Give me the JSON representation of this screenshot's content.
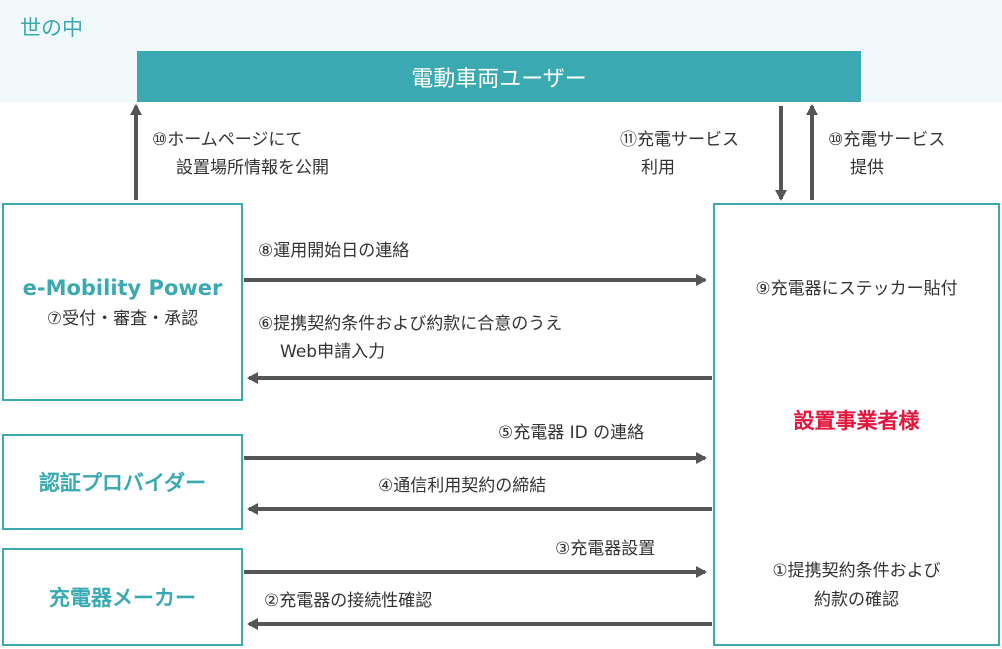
{
  "world": {
    "label": "世の中"
  },
  "users": {
    "label": "電動車両ユーザー"
  },
  "emp": {
    "title": "e-Mobility Power",
    "subtitle": "⑦受付・審査・承認"
  },
  "auth": {
    "title": "認証プロバイダー"
  },
  "maker": {
    "title": "充電器メーカー"
  },
  "operator": {
    "title": "設置事業者様",
    "note_top": "⑨充電器にステッカー貼付",
    "note_bottom_1": "①提携契約条件および",
    "note_bottom_2": "約款の確認"
  },
  "steps": {
    "s10_web_1": "⑩ホームページにて",
    "s10_web_2": "設置場所情報を公開",
    "s11_1": "⑪充電サービス",
    "s11_2": "利用",
    "s10_service_1": "⑩充電サービス",
    "s10_service_2": "提供",
    "s8": "⑧運用開始日の連絡",
    "s6_1": "⑥提携契約条件および約款に合意のうえ",
    "s6_2": "Web申請入力",
    "s5": "⑤充電器 ID の連絡",
    "s4": "④通信利用契約の締結",
    "s3": "③充電器設置",
    "s2": "②充電器の接続性確認"
  },
  "colors": {
    "teal": "#3aa9b1",
    "arrow": "#555555",
    "red": "#e5153d",
    "band": "#f0f8fa"
  }
}
